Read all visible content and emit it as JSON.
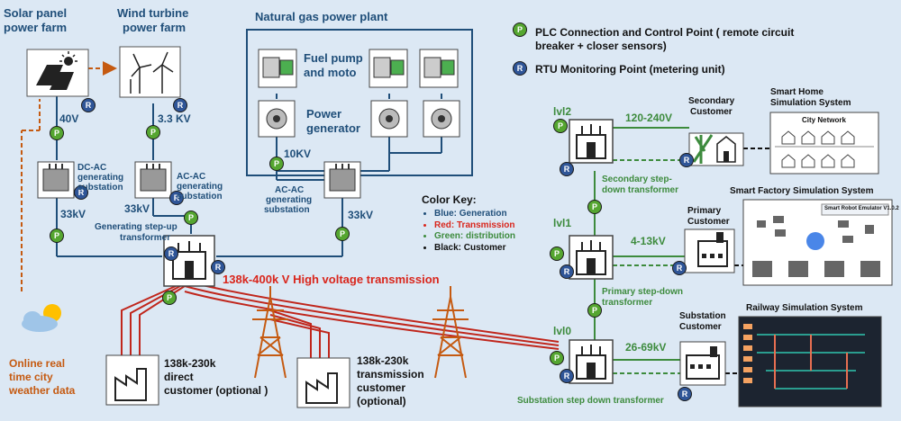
{
  "solar": {
    "title_line1": "Solar panel",
    "title_line2": "power farm",
    "voltage": "40V"
  },
  "wind": {
    "title_line1": "Wind turbine",
    "title_line2": "power farm",
    "voltage": "3.3 KV"
  },
  "gas": {
    "title": "Natural gas power plant",
    "pump_line1": "Fuel pump",
    "pump_line2": "and moto",
    "gen_line1": "Power",
    "gen_line2": "generator",
    "voltage": "10KV"
  },
  "subs": {
    "dcac_line1": "DC-AC",
    "dcac_line2": "generating",
    "dcac_line3": "substation",
    "acac1_line1": "AC-AC",
    "acac1_line2": "generating",
    "acac1_line3": "substation",
    "acac2_line1": "AC-AC",
    "acac2_line2": "generating",
    "acac2_line3": "substation",
    "v1": "33kV",
    "v2": "33kV",
    "v3": "33kV"
  },
  "stepup": {
    "line1": "Generating step-up",
    "line2": "transformer"
  },
  "transmission": {
    "label": "138k-400k V High voltage transmission"
  },
  "weather": {
    "line1": "Online real",
    "line2": "time city",
    "line3": "weather data"
  },
  "direct_customer": {
    "line1": "138k-230k",
    "line2": "direct",
    "line3": "customer (optional )"
  },
  "trans_customer": {
    "line1": "138k-230k",
    "line2": "transmission",
    "line3": "customer",
    "line4": "(optional)"
  },
  "legend": {
    "p_text_line1": "PLC Connection and Control Point ( remote circuit",
    "p_text_line2": "breaker + closer sensors)",
    "r_text": "RTU Monitoring Point (metering unit)",
    "p_letter": "P",
    "r_letter": "R"
  },
  "color_key": {
    "title": "Color Key:",
    "items": [
      "Blue: Generation",
      "Red: Transmission",
      "Green: distribution",
      "Black: Customer"
    ],
    "colors": [
      "#1f4e79",
      "#d9261c",
      "#3d8b3d",
      "#111111"
    ]
  },
  "levels": {
    "lvl2": "lvl2",
    "lvl1": "lvl1",
    "lvl0": "lvl0",
    "v2": "120-240V",
    "v1": "4-13kV",
    "v0": "26-69kV",
    "sec_line1": "Secondary step-",
    "sec_line2": "down transformer",
    "pri_line1": "Primary step-down",
    "pri_line2": "transformer",
    "sub_label": "Substation step down transformer"
  },
  "customers": {
    "secondary_line1": "Secondary",
    "secondary_line2": "Customer",
    "primary_line1": "Primary",
    "primary_line2": "Customer",
    "substation_line1": "Substation",
    "substation_line2": "Customer"
  },
  "systems": {
    "home_line1": "Smart Home",
    "home_line2": "Simulation System",
    "city": "City Network",
    "factory": "Smart Factory Simulation System",
    "emulator": "Smart Robot Emulator V1.0.2",
    "railway": "Railway Simulation System"
  },
  "palette": {
    "blue": "#1f4e79",
    "red": "#c0261c",
    "green": "#3d8b3d",
    "orange": "#c55a11",
    "p_fill": "#55a630",
    "r_fill": "#2f5597",
    "bg": "#dce8f4"
  }
}
